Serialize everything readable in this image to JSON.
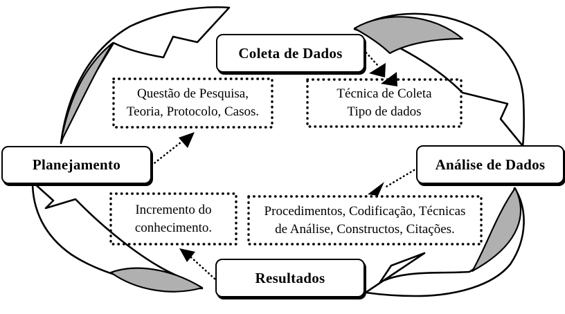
{
  "diagram": {
    "stages": [
      {
        "id": "coleta",
        "label": "Coleta de Dados"
      },
      {
        "id": "planejamento",
        "label": "Planejamento"
      },
      {
        "id": "analise",
        "label": "Análise de Dados"
      },
      {
        "id": "resultados",
        "label": "Resultados"
      }
    ],
    "details": [
      {
        "id": "questao",
        "line1": "Questão de Pesquisa,",
        "line2": "Teoria, Protocolo, Casos."
      },
      {
        "id": "tecnica",
        "line1": "Técnica de Coleta",
        "line2": "Tipo de dados"
      },
      {
        "id": "incremento",
        "line1": "Incremento do",
        "line2": "conhecimento."
      },
      {
        "id": "procedimentos",
        "line1": "Procedimentos, Codificação, Técnicas",
        "line2": "de Análise, Constructos, Citações."
      }
    ],
    "connectors": [
      {
        "from": "Planejamento",
        "to": "questao"
      },
      {
        "from": "Coleta de Dados",
        "to": "tecnica"
      },
      {
        "from": "Análise de Dados",
        "to": "procedimentos"
      },
      {
        "from": "Resultados",
        "to": "incremento"
      }
    ],
    "cycle": [
      "Planejamento",
      "Coleta de Dados",
      "Análise de Dados",
      "Resultados"
    ],
    "colors": {
      "background": "#ffffff",
      "line": "#000000",
      "arrow_shadow": "#b0b0b0",
      "box_fill": "#ffffff"
    }
  }
}
